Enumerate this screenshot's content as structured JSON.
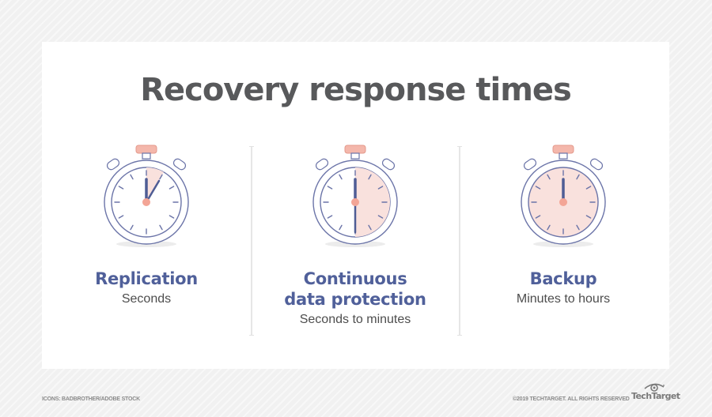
{
  "title": "Recovery response times",
  "colors": {
    "title": "#58595b",
    "label": "#50609a",
    "subtitle": "#4d4d4d",
    "stopwatch_outline": "#6b74a8",
    "hand": "#4f5d95",
    "pink_fill": "#f9e1dd",
    "pink_button": "#f4b7ab",
    "center_dot": "#f3a596"
  },
  "methods": [
    {
      "name": "Replication",
      "time": "Seconds",
      "icon": "stopwatch-icon",
      "elapsed_fraction": "1/12"
    },
    {
      "name_line1": "Continuous",
      "name_line2": "data protection",
      "time": "Seconds to minutes",
      "icon": "stopwatch-icon",
      "elapsed_fraction": "1/2"
    },
    {
      "name": "Backup",
      "time": "Minutes to hours",
      "icon": "stopwatch-icon",
      "elapsed_fraction": "1"
    }
  ],
  "footer": {
    "credit_left": "ICONS: BADBROTHER/ADOBE STOCK",
    "credit_right": "©2019 TECHTARGET. ALL RIGHTS RESERVED",
    "brand": "TechTarget",
    "brand_icon": "eye-icon"
  }
}
